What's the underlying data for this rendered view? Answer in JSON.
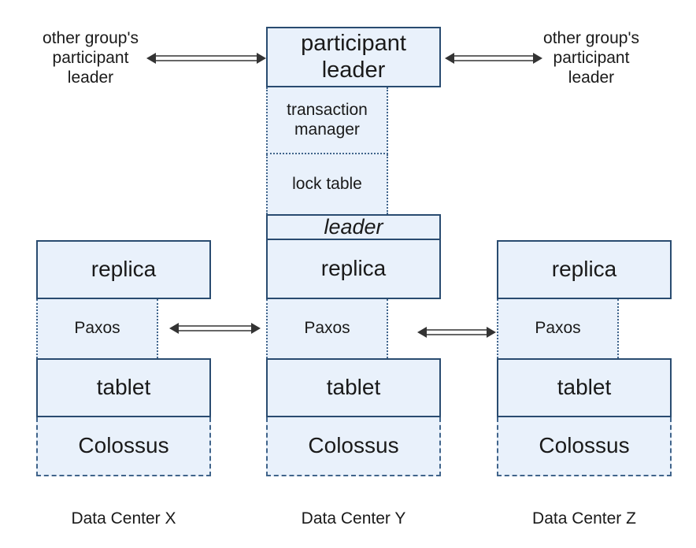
{
  "center": {
    "participant_leader": "participant leader",
    "transaction_manager": "transaction manager",
    "lock_table": "lock table",
    "leader": "leader"
  },
  "side_labels": {
    "left": "other group's participant leader",
    "right": "other group's participant leader"
  },
  "columns": [
    {
      "replica": "replica",
      "paxos": "Paxos",
      "tablet": "tablet",
      "storage": "Colossus",
      "datacenter": "Data Center X"
    },
    {
      "replica": "replica",
      "paxos": "Paxos",
      "tablet": "tablet",
      "storage": "Colossus",
      "datacenter": "Data Center Y"
    },
    {
      "replica": "replica",
      "paxos": "Paxos",
      "tablet": "tablet",
      "storage": "Colossus",
      "datacenter": "Data Center Z"
    }
  ],
  "colors": {
    "box_fill": "#e9f1fb",
    "border": "#294b70",
    "arrow": "#333333"
  }
}
